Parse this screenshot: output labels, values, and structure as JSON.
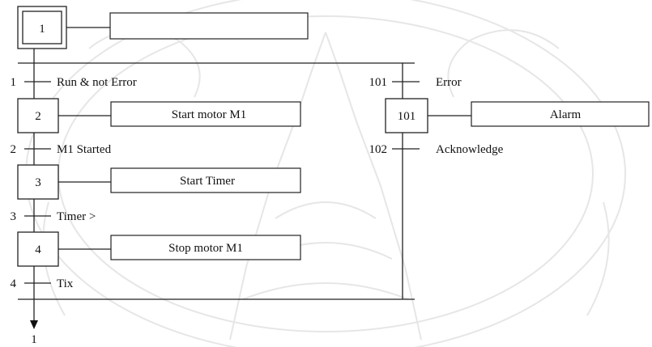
{
  "steps": {
    "s1": "1",
    "s2": "2",
    "s3": "3",
    "s4": "4",
    "s101": "101"
  },
  "actions": {
    "a1": "",
    "a2": "Start motor M1",
    "a3": "Start Timer",
    "a4": "Stop motor M1",
    "a101": "Alarm"
  },
  "transitions": {
    "t1": {
      "num": "1",
      "cond": "Run & not Error"
    },
    "t2": {
      "num": "2",
      "cond": "M1 Started"
    },
    "t3": {
      "num": "3",
      "cond": "Timer >"
    },
    "t4": {
      "num": "4",
      "cond": "Tix"
    },
    "t101": {
      "num": "101",
      "cond": "Error"
    },
    "t102": {
      "num": "102",
      "cond": "Acknowledge"
    }
  },
  "jump_target": "1"
}
